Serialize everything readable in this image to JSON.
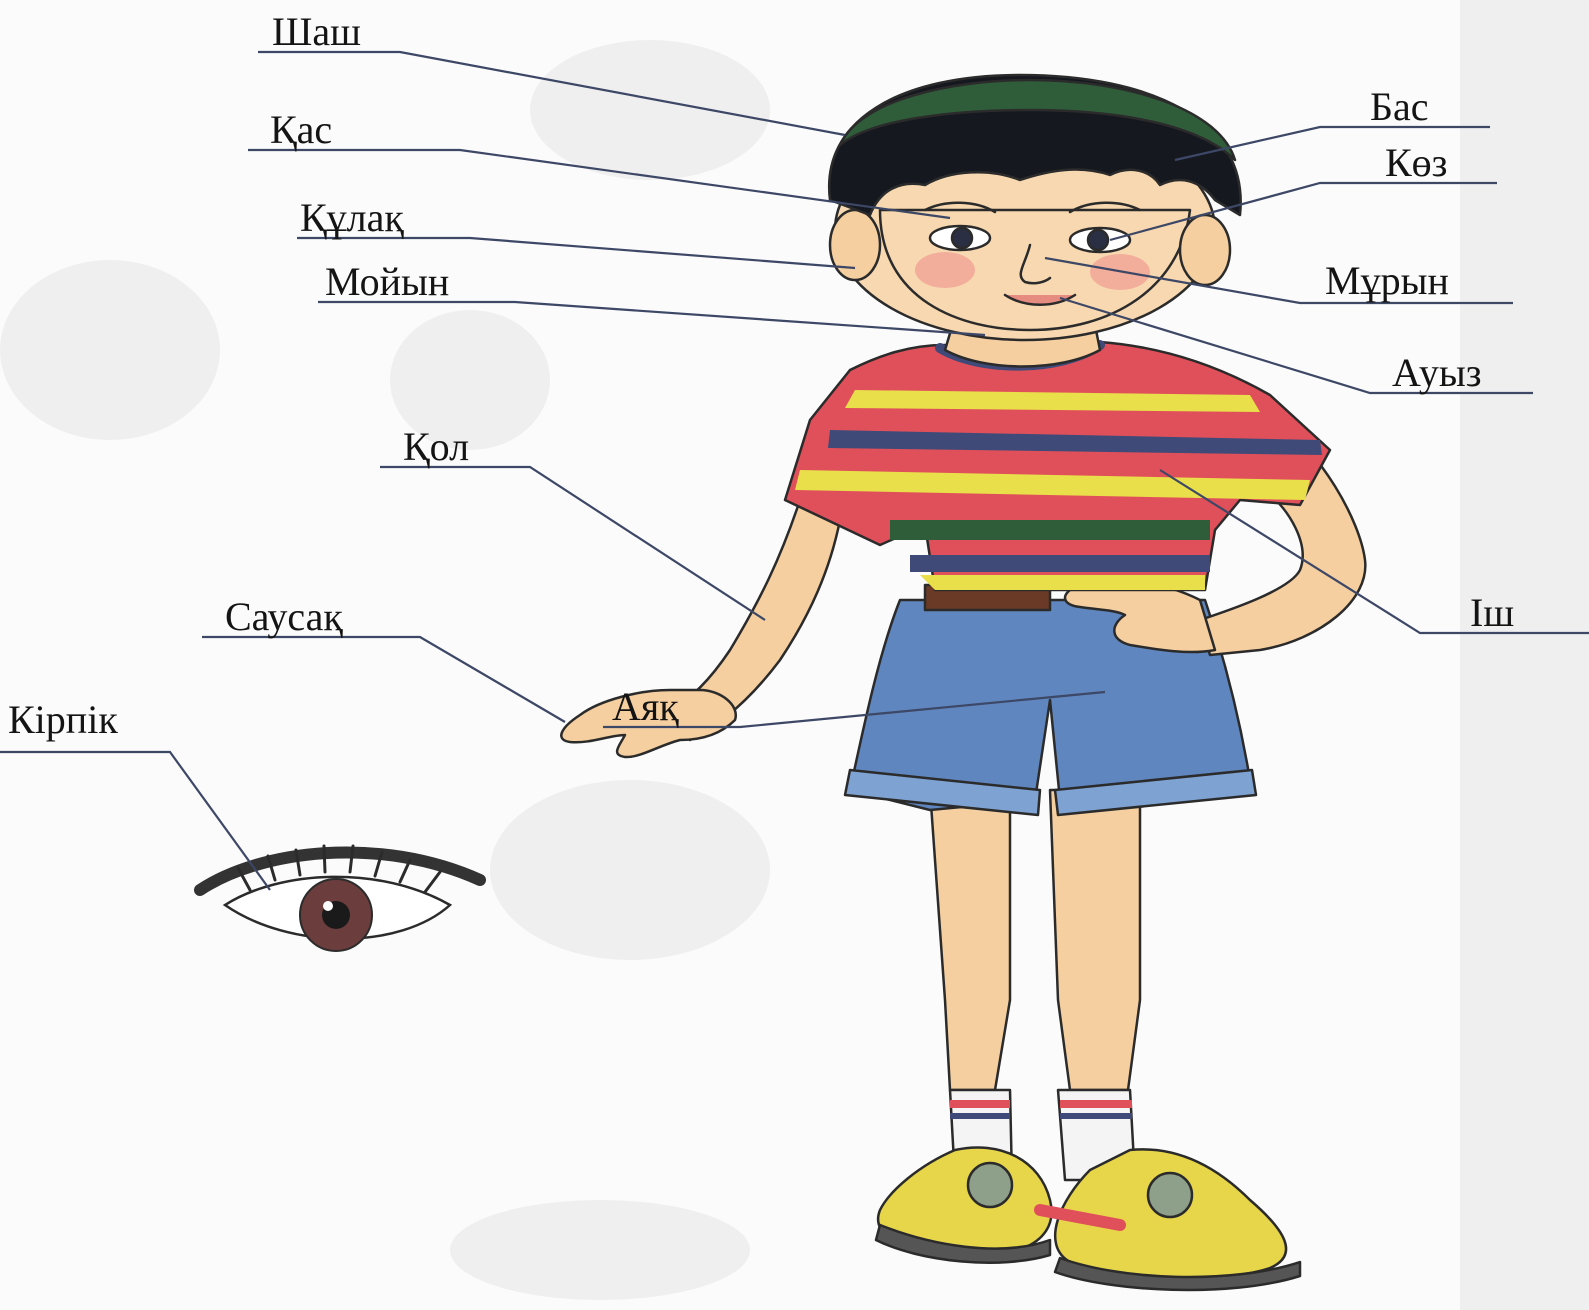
{
  "labels": {
    "hair": "Шаш",
    "eyebrow": "Қас",
    "ear": "Құлақ",
    "neck": "Мойын",
    "arm": "Қол",
    "finger": "Саусақ",
    "eyelash": "Кірпік",
    "leg": "Аяқ",
    "head": "Бас",
    "eye": "Көз",
    "nose": "Мұрын",
    "mouth": "Ауыз",
    "belly": "Іш"
  },
  "colors": {
    "leader_line": "#3d4766",
    "skin": "#f6d3a6",
    "hair": "#15181f",
    "shirt_red": "#e0505a",
    "shirt_yellow": "#e9df4a",
    "shirt_navy": "#3f4a78",
    "shirt_green": "#2f5d3a",
    "shorts": "#5f86bf",
    "shoe_yellow": "#e8d64a"
  }
}
